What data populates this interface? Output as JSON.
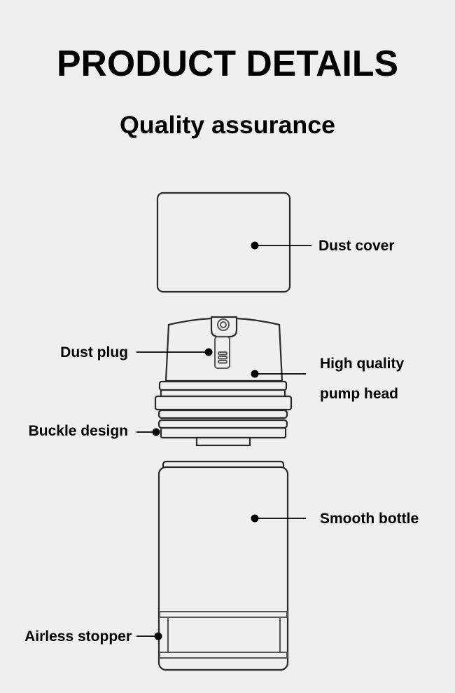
{
  "header": {
    "title": "PRODUCT DETAILS",
    "subtitle": "Quality assurance"
  },
  "callouts": {
    "dust_cover": "Dust cover",
    "dust_plug": "Dust plug",
    "pump_head_line1": "High quality",
    "pump_head_line2": "pump head",
    "buckle_design": "Buckle design",
    "smooth_bottle": "Smooth bottle",
    "airless_stopper": "Airless stopper"
  },
  "colors": {
    "background": "#efefef",
    "outline": "#2a2a2a",
    "text": "#000000"
  }
}
